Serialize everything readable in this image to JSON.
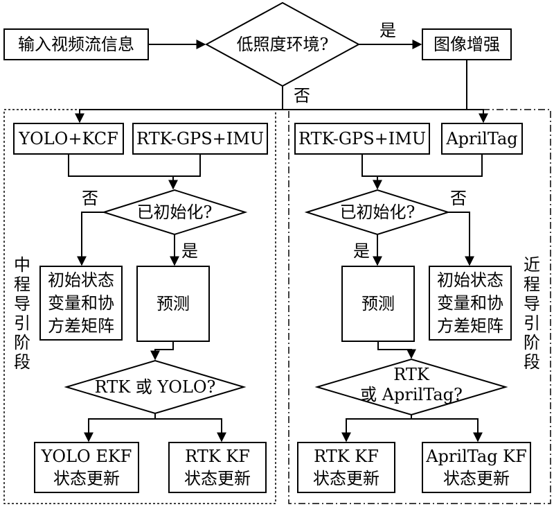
{
  "nodes": {
    "input": "输入视频流信息",
    "low_light": "低照度环境?",
    "enhance": "图像增强",
    "yolo_kcf": "YOLO+KCF",
    "rtk_gps_imu_left": "RTK-GPS+IMU",
    "rtk_gps_imu_right": "RTK-GPS+IMU",
    "apriltag": "AprilTag",
    "init_left": "已初始化?",
    "init_right": "已初始化?",
    "init_state_left": [
      "初始状态",
      "变量和协",
      "方差矩阵"
    ],
    "init_state_right": [
      "初始状态",
      "变量和协",
      "方差矩阵"
    ],
    "predict_left": "预测",
    "predict_right": "预测",
    "choose_left": "RTK 或 YOLO?",
    "choose_right": [
      "RTK",
      "或 AprilTag?"
    ],
    "yolo_ekf": [
      "YOLO EKF",
      "状态更新"
    ],
    "rtk_kf_left": [
      "RTK KF",
      "状态更新"
    ],
    "rtk_kf_right": [
      "RTK KF",
      "状态更新"
    ],
    "apriltag_kf": [
      "AprilTag KF",
      "状态更新"
    ]
  },
  "edge_labels": {
    "yes_enhance": "是",
    "no_enhance": "否",
    "no_left": "否",
    "yes_left": "是",
    "yes_right": "是",
    "no_right": "否"
  },
  "regions": {
    "left": [
      "中",
      "程",
      "导",
      "引",
      "阶",
      "段"
    ],
    "right": [
      "近",
      "程",
      "导",
      "引",
      "阶",
      "段"
    ]
  }
}
